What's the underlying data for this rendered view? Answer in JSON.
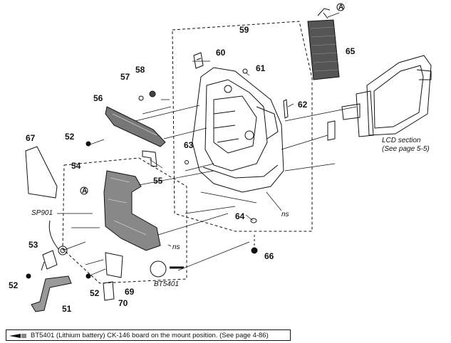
{
  "diagram": {
    "callouts": {
      "c51": "51",
      "c52a": "52",
      "c52b": "52",
      "c52c": "52",
      "c53": "53",
      "c54": "54",
      "c55": "55",
      "c56": "56",
      "c57": "57",
      "c58": "58",
      "c59": "59",
      "c60": "60",
      "c61": "61",
      "c62": "62",
      "c63": "63",
      "c64": "64",
      "c65": "65",
      "c66": "66",
      "c67": "67",
      "c69": "69",
      "c70": "70"
    },
    "labels": {
      "lcd_section_line1": "LCD section",
      "lcd_section_line2": "(See page 5-5)",
      "sp901": "SP901",
      "bt5401": "BT5401",
      "ns_a": "ns",
      "ns_b": "ns",
      "ref_a_1": "A",
      "ref_a_2": "A"
    },
    "footnote": "BT5401 (Lithium battery) CK-146 board on the mount position. (See page 4-86)"
  }
}
